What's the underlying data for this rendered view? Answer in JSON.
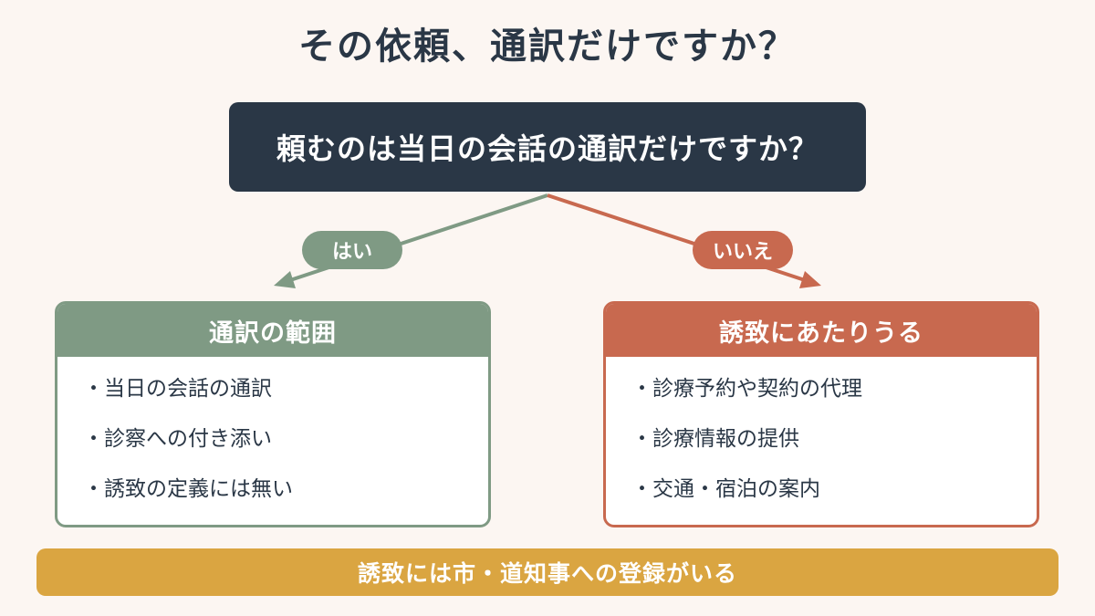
{
  "title": "その依頼、通訳だけですか？",
  "question": "頼むのは当日の会話の通訳だけですか？",
  "yes": {
    "label": "はい",
    "heading": "通訳の範囲",
    "items": [
      "・当日の会話の通訳",
      "・診察への付き添い",
      "・誘致の定義には無い"
    ]
  },
  "no": {
    "label": "いいえ",
    "heading": "誘致にあたりうる",
    "items": [
      "・診療予約や契約の代理",
      "・診療情報の提供",
      "・交通・宿泊の案内"
    ]
  },
  "footer": "誘致には市・道知事への登録がいる",
  "colors": {
    "background": "#fcf6f2",
    "navy": "#2a3746",
    "green": "#7f9a84",
    "red": "#c8694f",
    "gold": "#daa541"
  }
}
